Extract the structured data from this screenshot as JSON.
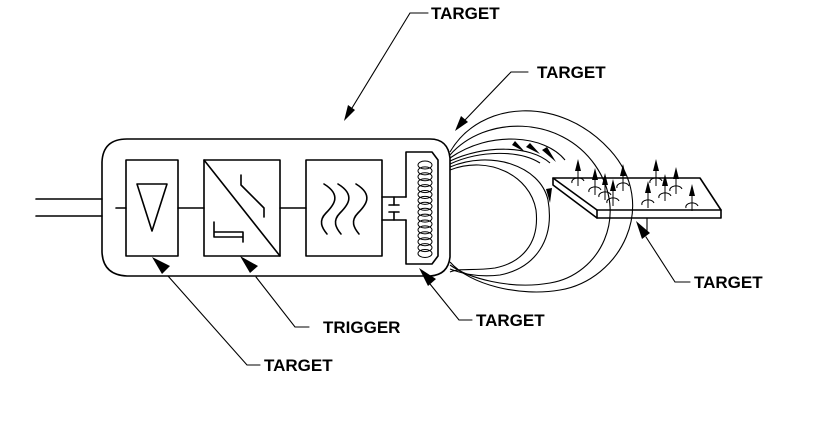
{
  "diagram": {
    "colors": {
      "stroke": "#000000",
      "background": "#ffffff"
    },
    "labels": {
      "top_filter": "TARGET",
      "top_field": "TARGET",
      "amplifier": "TARGET",
      "trigger": "TRIGGER",
      "coil": "TARGET",
      "target_plate": "TARGET"
    },
    "blocks": [
      {
        "name": "amplifier",
        "symbol": "triangle-icon"
      },
      {
        "name": "converter",
        "symbol": "schmitt-trigger-icon"
      },
      {
        "name": "filter",
        "symbol": "sine-waves-icon"
      },
      {
        "name": "coil",
        "symbol": "inductor-coil-icon"
      }
    ]
  }
}
